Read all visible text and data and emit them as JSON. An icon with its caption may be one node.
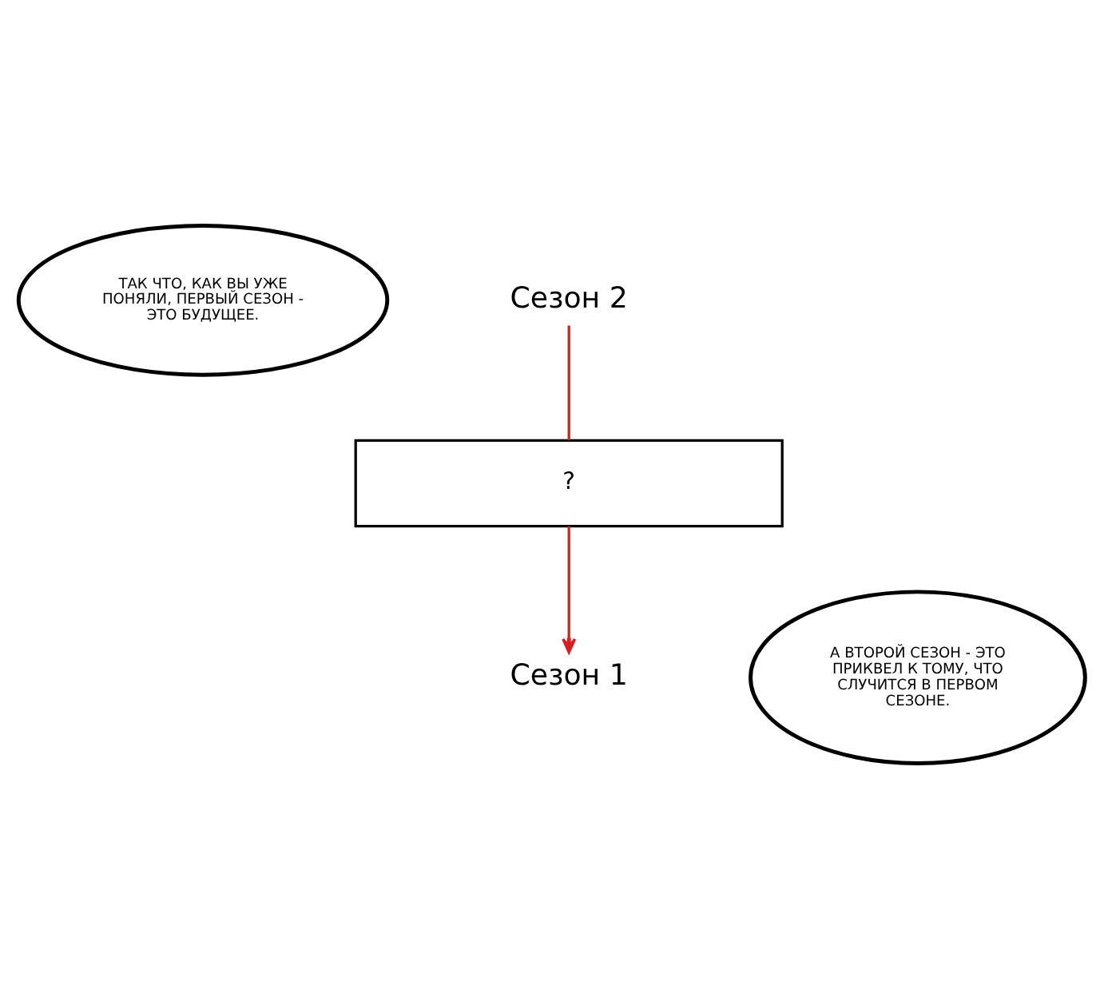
{
  "diagram": {
    "nodes": [
      {
        "text": [
          "ТАК ЧТО, КАК ВЫ УЖЕ ПОНЯЛИ, ПЕРВЫЙ СЕЗОН - ЭТО БУДУЩЕЕ."
        ]
      },
      {
        "text": [
          "Сезон 2"
        ]
      },
      {
        "text": [
          "?"
        ]
      },
      {
        "text": [
          "А ВТОРОЙ СЕЗОН - ЭТО ПРИКВЕЛ К ТОМУ, ЧТО СЛУЧИТСЯ В ПЕРВОМ СЕЗОНЕ."
        ]
      },
      {
        "text": [
          "Сезон 1"
        ]
      }
    ],
    "edges": [
      {
        "from": 1,
        "to": 2,
        "arrow": "none",
        "color": "#d62020"
      },
      {
        "from": 2,
        "to": 4,
        "arrow": "to",
        "color": "#d62020"
      }
    ]
  }
}
